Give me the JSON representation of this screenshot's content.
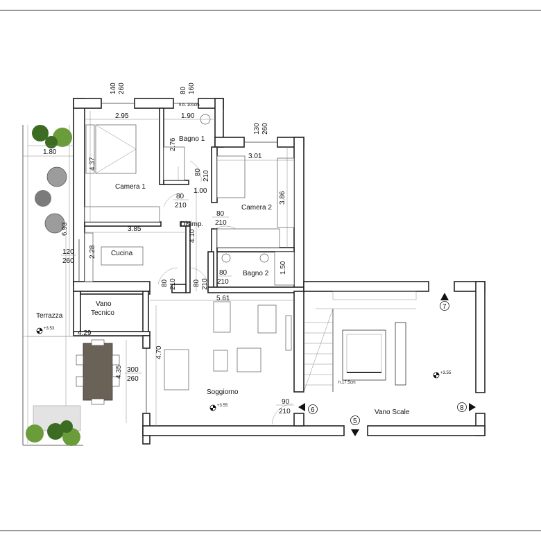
{
  "rooms": {
    "camera1": "Camera 1",
    "camera2": "Camera 2",
    "bagno1": "Bagno 1",
    "bagno2": "Bagno 2",
    "disimp": "Disimp.",
    "cucina": "Cucina",
    "vano_tecnico_1": "Vano",
    "vano_tecnico_2": "Tecnico",
    "terrazza": "Terrazza",
    "soggiorno": "Soggiorno",
    "vano_scale": "Vano Scale"
  },
  "dimensions": {
    "d_295": "2.95",
    "d_190": "1.90",
    "d_276": "2.76",
    "d_437": "4.37",
    "d_180": "1.80",
    "d_301": "3.01",
    "d_100": "1.00",
    "d_386": "3.86",
    "d_693": "6.93",
    "d_385": "3.85",
    "d_410": "4.10",
    "d_228": "2.28",
    "d_150": "1.50",
    "d_561": "5.61",
    "d_429": "4.29",
    "d_470": "4.70",
    "d_435": "4.35"
  },
  "openings": {
    "w_top1_a": "140",
    "w_top1_b": "260",
    "w_top2_a": "80",
    "w_top2_b": "160",
    "w_top2_note": "h.b. 100cm",
    "w_top3_a": "130",
    "w_top3_b": "260",
    "d_bagno1_a": "80",
    "d_bagno1_b": "210",
    "d_cam1_a": "80",
    "d_cam1_b": "210",
    "d_cam2_a": "80",
    "d_cam2_b": "210",
    "w_cuc_a": "120",
    "w_cuc_b": "260",
    "d_bagno2_a": "80",
    "d_bagno2_b": "210",
    "d_cuc1_a": "80",
    "d_cuc1_b": "210",
    "d_cuc2_a": "80",
    "d_cuc2_b": "210",
    "w_sog_a": "300",
    "w_sog_b": "260",
    "d_ent_a": "90",
    "d_ent_b": "210"
  },
  "levels": {
    "terrazza": "+3.53",
    "soggiorno": "+3.55",
    "vano_scale": "+3.55"
  },
  "markers": [
    "7",
    "8",
    "6",
    "5"
  ],
  "stair_note": "h.17.5cm"
}
